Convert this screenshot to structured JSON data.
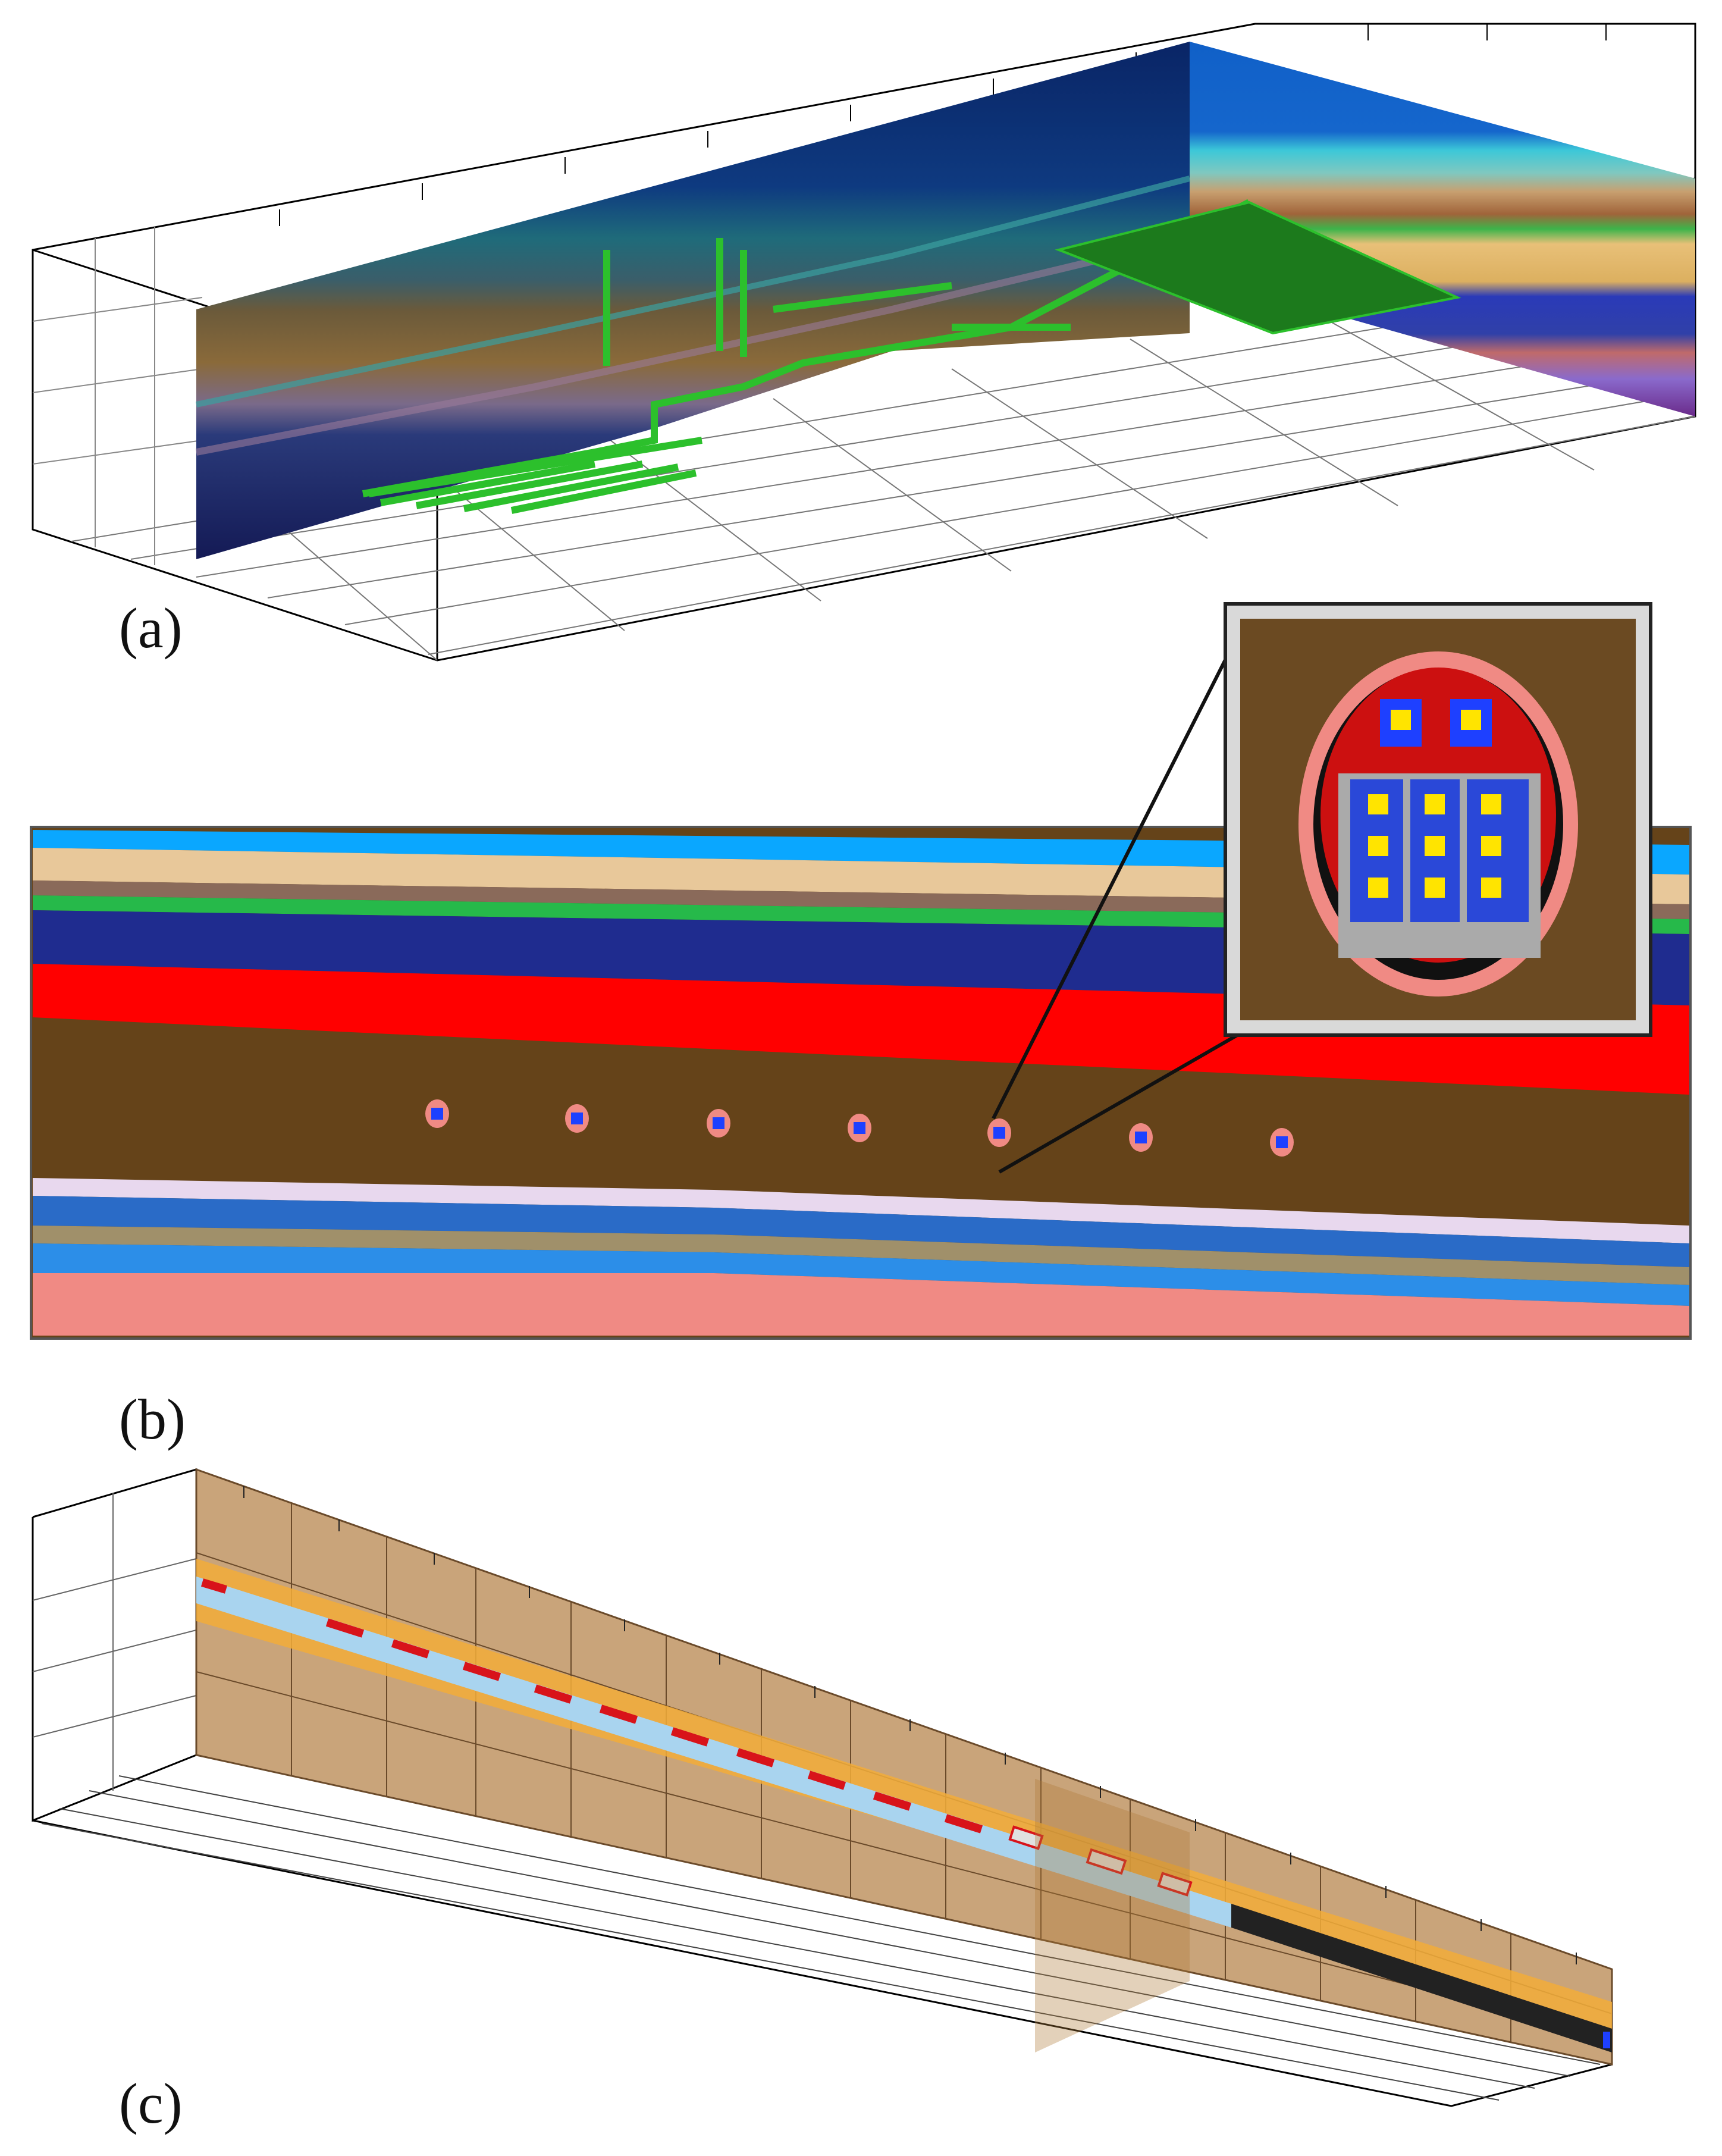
{
  "figure": {
    "panels": [
      {
        "id": "a",
        "label": "(a)",
        "view": "3d-repository-model"
      },
      {
        "id": "b",
        "label": "(b)",
        "view": "cross-section-with-inset"
      },
      {
        "id": "c",
        "label": "(c)",
        "view": "3d-drift-model"
      }
    ]
  },
  "colors": {
    "soil_brown": "#654319",
    "red_layer": "#ff0000",
    "navy": "#1f2c8f",
    "blue": "#2a6bc7",
    "sky": "#0aa7ff",
    "tan": "#e8c89a",
    "green": "#26b94a",
    "pink": "#f08a84",
    "lavender": "#e8d8ee",
    "canister_blue": "#1e40ff",
    "canister_yellow": "#ffe400",
    "host_rock": "#c9a47a",
    "buffer_orange": "#f2ad3a",
    "drift_lightblue": "#a9d4ef",
    "waste_red": "#d8131a",
    "tunnel_green": "#1e8c1e"
  },
  "panel_b": {
    "emplacement_drift_count": 7
  }
}
